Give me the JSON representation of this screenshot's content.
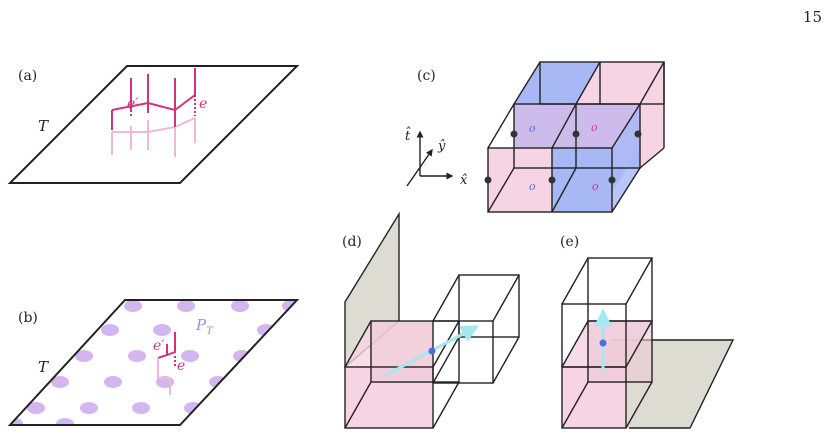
{
  "page_number": "15",
  "panels": {
    "a": {
      "label": "(a)",
      "surface_label": "T",
      "edge_label_left": "e′",
      "edge_label_right": "e"
    },
    "b": {
      "label": "(b)",
      "surface_label": "T",
      "edge_label_left": "e′",
      "edge_label_right": "e",
      "dot_pattern_label": "P",
      "dot_pattern_subscript": "T"
    },
    "c": {
      "label": "(c)",
      "axis_t": "t̂",
      "axis_y": "ŷ",
      "axis_x": "x̂",
      "marker": "o"
    },
    "d": {
      "label": "(d)"
    },
    "e": {
      "label": "(e)"
    }
  },
  "colors": {
    "magenta": "#d0347e",
    "light_magenta": "#f0b9d2",
    "pink_fill": "#f7d4e4",
    "blue_fill": "#a8b8f5",
    "purple_fill": "#c4b0e8",
    "dot_purple": "#d3b6f0",
    "gray_fill": "#dcdcd3",
    "cyan_arrow": "#a6e8f0",
    "blue_dot": "#4a6fe0",
    "line": "#222222"
  }
}
